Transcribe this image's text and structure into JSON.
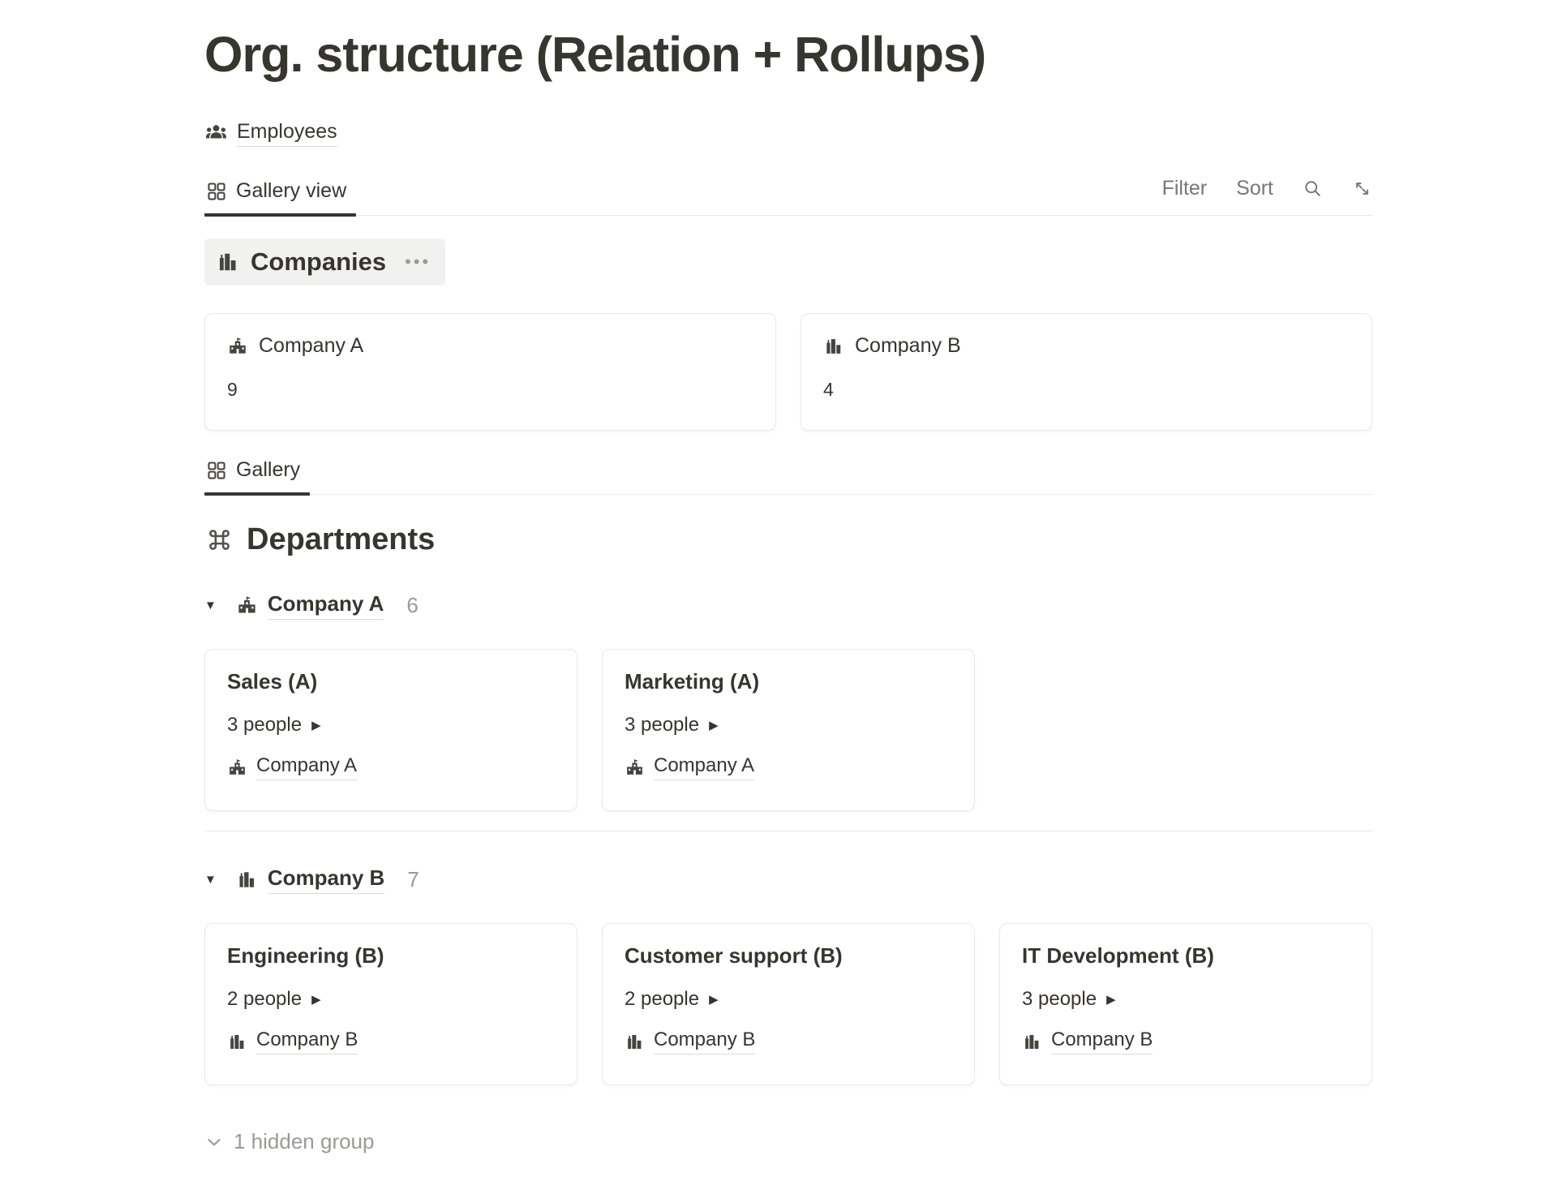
{
  "page": {
    "title": "Org. structure (Relation + Rollups)"
  },
  "nav": {
    "employees_label": "Employees"
  },
  "toolbar": {
    "tab": "Gallery view",
    "filter": "Filter",
    "sort": "Sort"
  },
  "glyphs": {
    "collapse": "▼",
    "expand_people": "▶",
    "menu_dots": "•••"
  },
  "icons": {
    "employees": "people-group-icon",
    "gallery": "grid-icon",
    "companies": "office-building-icon",
    "company_a": "school-building-icon",
    "company_b": "office-building-icon",
    "departments": "command-icon",
    "search": "search-icon",
    "expand": "expand-diagonal-icon",
    "hidden_group": "chevron-down-icon"
  },
  "companies": {
    "title": "Companies",
    "cards": [
      {
        "name": "Company A",
        "count": "9"
      },
      {
        "name": "Company B",
        "count": "4"
      }
    ]
  },
  "gallery_tab": "Gallery",
  "departments": {
    "title": "Departments",
    "groups": [
      {
        "name": "Company A",
        "count": "6",
        "cards": [
          {
            "title": "Sales (A)",
            "people": "3 people",
            "company": "Company A"
          },
          {
            "title": "Marketing (A)",
            "people": "3 people",
            "company": "Company A"
          }
        ]
      },
      {
        "name": "Company B",
        "count": "7",
        "cards": [
          {
            "title": "Engineering (B)",
            "people": "2 people",
            "company": "Company B"
          },
          {
            "title": "Customer support (B)",
            "people": "2 people",
            "company": "Company B"
          },
          {
            "title": "IT Development (B)",
            "people": "3 people",
            "company": "Company B"
          }
        ]
      }
    ],
    "hidden": "1 hidden group"
  },
  "colors": {
    "text": "#37352f",
    "muted": "#787774",
    "faint": "#9b9a97",
    "border": "#e9e9e7",
    "pill_bg": "#f1f1ef"
  }
}
